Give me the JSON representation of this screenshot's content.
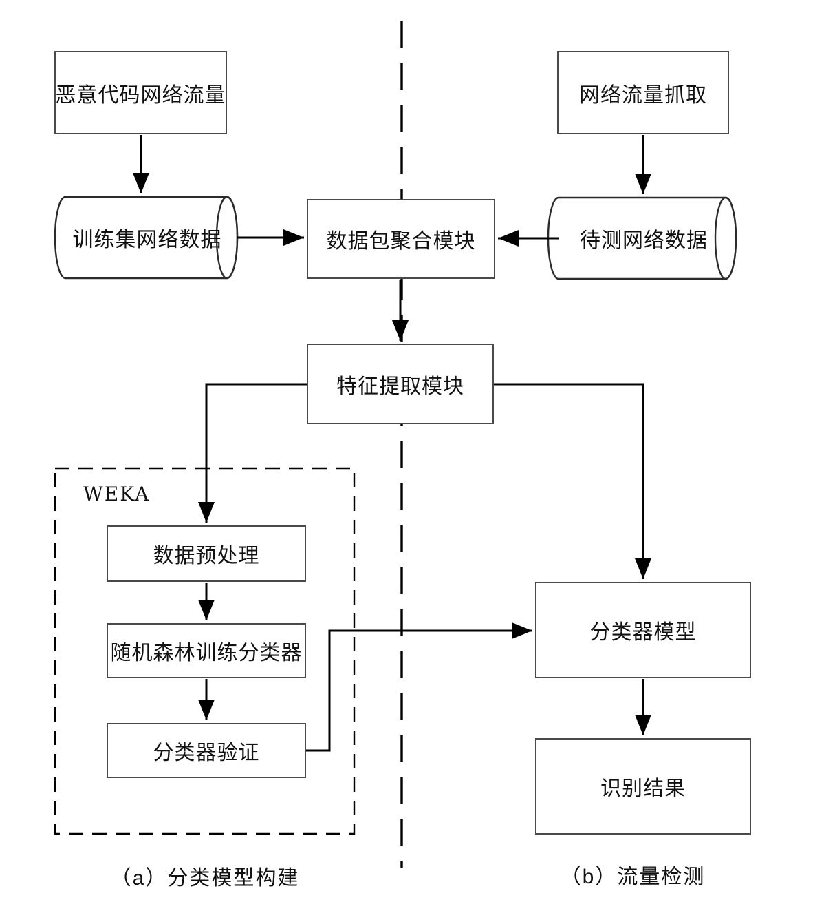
{
  "nodes": {
    "malicious_traffic": "恶意代码网络流量",
    "training_data": "训练集网络数据",
    "traffic_capture": "网络流量抓取",
    "test_data": "待测网络数据",
    "packet_aggregation": "数据包聚合模块",
    "feature_extraction": "特征提取模块",
    "weka": "WEKA",
    "preprocessing": "数据预处理",
    "random_forest_training": "随机森林训练分类器",
    "classifier_validation": "分类器验证",
    "classifier_model": "分类器模型",
    "recognition_result": "识别结果"
  },
  "captions": {
    "left": "（a）分类模型构建",
    "right": "（b）流量检测"
  },
  "edges": [
    {
      "from": "恶意代码网络流量",
      "to": "训练集网络数据"
    },
    {
      "from": "训练集网络数据",
      "to": "数据包聚合模块"
    },
    {
      "from": "网络流量抓取",
      "to": "待测网络数据"
    },
    {
      "from": "待测网络数据",
      "to": "数据包聚合模块"
    },
    {
      "from": "数据包聚合模块",
      "to": "特征提取模块"
    },
    {
      "from": "特征提取模块",
      "to": "数据预处理"
    },
    {
      "from": "特征提取模块",
      "to": "分类器模型"
    },
    {
      "from": "数据预处理",
      "to": "随机森林训练分类器"
    },
    {
      "from": "随机森林训练分类器",
      "to": "分类器验证"
    },
    {
      "from": "分类器验证",
      "to": "分类器模型"
    },
    {
      "from": "分类器模型",
      "to": "识别结果"
    }
  ],
  "colors": {
    "background": "#ffffff",
    "box_border": "#4a4a4a",
    "line": "#000000",
    "text": "#111111"
  }
}
